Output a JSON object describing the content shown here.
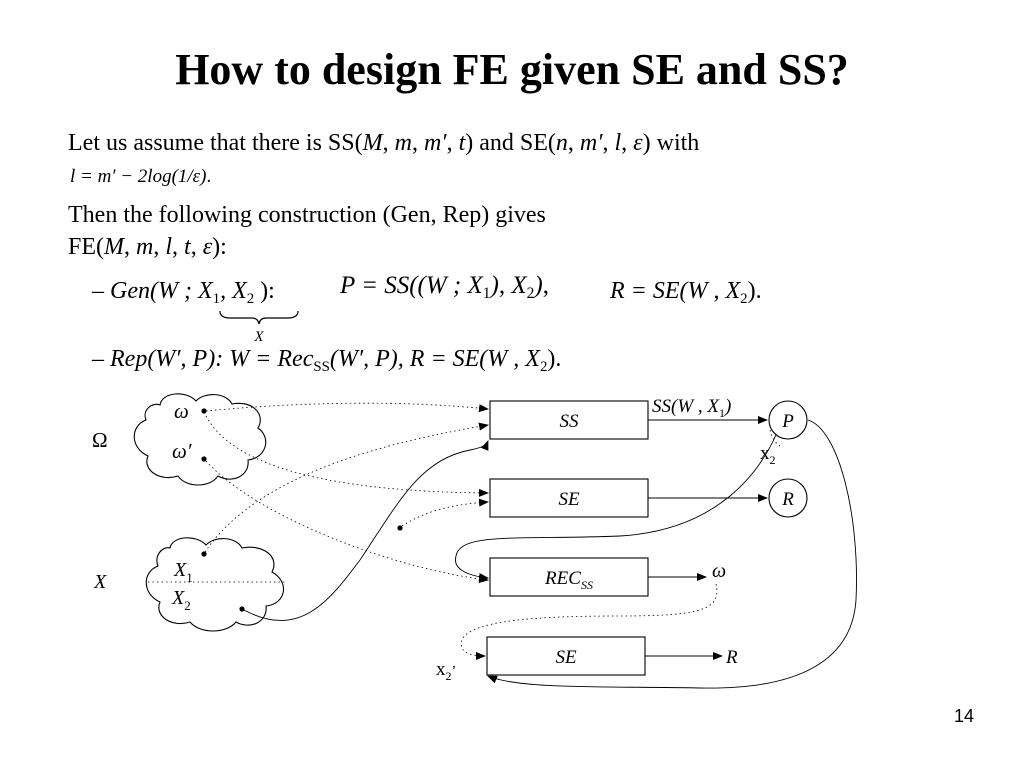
{
  "title": "How to design FE given SE and SS?",
  "intro": {
    "prefix": "Let us assume that there is SS(",
    "ss_m_upper": "M",
    "ss_m": "m",
    "ss_mprime": "m′",
    "ss_t": "t",
    "mid": ") and SE(",
    "se_n": "n",
    "se_mprime": "m′",
    "se_l": "l",
    "se_eps": "ε",
    "suffix": ") with",
    "formula": "l = m′ − 2log(1/ε)",
    "formula_end": "."
  },
  "construction": {
    "line1": "Then the following construction  (Gen, Rep) gives",
    "fe_prefix": "FE(",
    "fe_M": "M",
    "fe_m": "m",
    "fe_l": "l",
    "fe_t": "t",
    "fe_eps": "ε",
    "fe_suffix": "):"
  },
  "gen": {
    "dash": "–",
    "name": "Gen",
    "open": "(W ; X",
    "x1_sub": "1",
    "comma": ", X",
    "x2_sub": "2",
    "close": " ):",
    "brace_label": "X",
    "p_expr": "P = SS((W ; X",
    "p_sub1": "1",
    "p_mid": "), X",
    "p_sub2": "2",
    "p_close": ")",
    "sep": ",",
    "r_expr": "R = SE(W , X",
    "r_sub": "2",
    "r_close": ")."
  },
  "rep": {
    "dash": "–",
    "expr": "Rep(W′, P): W = Rec",
    "rec_sub": "SS",
    "expr2": "(W′, P), R = SE(W , X",
    "r_sub": "2",
    "close": ")."
  },
  "diagram": {
    "omega_set": "Ω",
    "omega": "ω",
    "omega_prime": "ω′",
    "x_set": "X",
    "x1": "X",
    "x1_sub": "1",
    "x2": "X",
    "x2_sub": "2",
    "box_ss": "SS",
    "box_se1": "SE",
    "box_rec": "REC",
    "box_rec_sub": "SS",
    "box_se2": "SE",
    "ss_output": "SS(W , X",
    "ss_output_sub": "1",
    "ss_output_close": ")",
    "node_p": "P",
    "node_r": "R",
    "x2_label": "x",
    "x2_label_sub": "2",
    "rec_out": "ω",
    "se2_out": "R",
    "x2_bottom": "x",
    "x2_bottom_sub": "2",
    "x2_bottom_mark": "’"
  },
  "page_number": "14"
}
